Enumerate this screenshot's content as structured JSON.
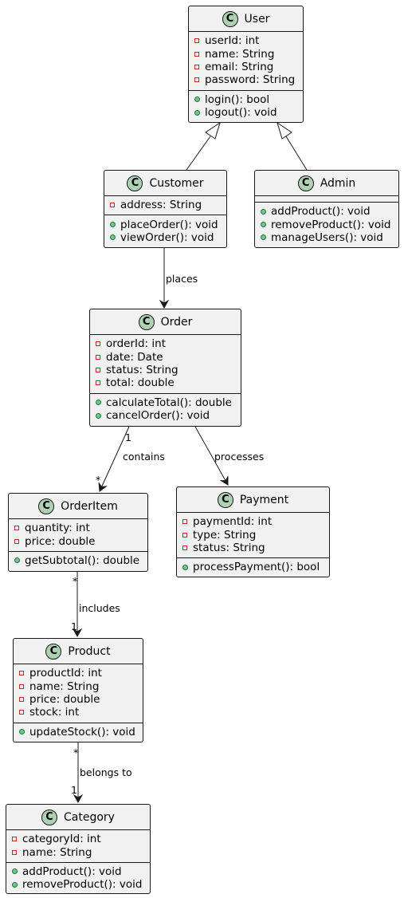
{
  "classes": {
    "user": {
      "name": "User",
      "icon": "C",
      "attributes": [
        {
          "vis": "private",
          "text": "userId: int"
        },
        {
          "vis": "private",
          "text": "name: String"
        },
        {
          "vis": "private",
          "text": "email: String"
        },
        {
          "vis": "private",
          "text": "password: String"
        }
      ],
      "methods": [
        {
          "vis": "public",
          "text": "login(): bool"
        },
        {
          "vis": "public",
          "text": "logout(): void"
        }
      ]
    },
    "customer": {
      "name": "Customer",
      "icon": "C",
      "attributes": [
        {
          "vis": "private",
          "text": "address: String"
        }
      ],
      "methods": [
        {
          "vis": "public",
          "text": "placeOrder(): void"
        },
        {
          "vis": "public",
          "text": "viewOrder(): void"
        }
      ]
    },
    "admin": {
      "name": "Admin",
      "icon": "C",
      "attributes": [],
      "methods": [
        {
          "vis": "public",
          "text": "addProduct(): void"
        },
        {
          "vis": "public",
          "text": "removeProduct(): void"
        },
        {
          "vis": "public",
          "text": "manageUsers(): void"
        }
      ]
    },
    "order": {
      "name": "Order",
      "icon": "C",
      "attributes": [
        {
          "vis": "private",
          "text": "orderId: int"
        },
        {
          "vis": "private",
          "text": "date: Date"
        },
        {
          "vis": "private",
          "text": "status: String"
        },
        {
          "vis": "private",
          "text": "total: double"
        }
      ],
      "methods": [
        {
          "vis": "public",
          "text": "calculateTotal(): double"
        },
        {
          "vis": "public",
          "text": "cancelOrder(): void"
        }
      ]
    },
    "orderitem": {
      "name": "OrderItem",
      "icon": "C",
      "attributes": [
        {
          "vis": "private",
          "text": "quantity: int"
        },
        {
          "vis": "private",
          "text": "price: double"
        }
      ],
      "methods": [
        {
          "vis": "public",
          "text": "getSubtotal(): double"
        }
      ]
    },
    "payment": {
      "name": "Payment",
      "icon": "C",
      "attributes": [
        {
          "vis": "private",
          "text": "paymentId: int"
        },
        {
          "vis": "private",
          "text": "type: String"
        },
        {
          "vis": "private",
          "text": "status: String"
        }
      ],
      "methods": [
        {
          "vis": "public",
          "text": "processPayment(): bool"
        }
      ]
    },
    "product": {
      "name": "Product",
      "icon": "C",
      "attributes": [
        {
          "vis": "private",
          "text": "productId: int"
        },
        {
          "vis": "private",
          "text": "name: String"
        },
        {
          "vis": "private",
          "text": "price: double"
        },
        {
          "vis": "private",
          "text": "stock: int"
        }
      ],
      "methods": [
        {
          "vis": "public",
          "text": "updateStock(): void"
        }
      ]
    },
    "category": {
      "name": "Category",
      "icon": "C",
      "attributes": [
        {
          "vis": "private",
          "text": "categoryId: int"
        },
        {
          "vis": "private",
          "text": "name: String"
        }
      ],
      "methods": [
        {
          "vis": "public",
          "text": "addProduct(): void"
        },
        {
          "vis": "public",
          "text": "removeProduct(): void"
        }
      ]
    }
  },
  "relations": {
    "customer_user": {
      "type": "inheritance",
      "from": "Customer",
      "to": "User"
    },
    "admin_user": {
      "type": "inheritance",
      "from": "Admin",
      "to": "User"
    },
    "places": {
      "type": "association",
      "from": "Customer",
      "to": "Order",
      "label": "places"
    },
    "contains": {
      "type": "association",
      "from": "Order",
      "to": "OrderItem",
      "label": "contains",
      "from_mult": "1",
      "to_mult": "*"
    },
    "processes": {
      "type": "association",
      "from": "Order",
      "to": "Payment",
      "label": "processes"
    },
    "includes": {
      "type": "association",
      "from": "OrderItem",
      "to": "Product",
      "label": "includes",
      "from_mult": "*",
      "to_mult": "1"
    },
    "belongs": {
      "type": "association",
      "from": "Product",
      "to": "Category",
      "label": "belongs to",
      "from_mult": "*",
      "to_mult": "1"
    }
  },
  "colors": {
    "class_fill": "#f1f1f1",
    "border": "#181818",
    "class_icon": "#add1b2",
    "private_marker": "#c82930",
    "public_marker": "#84be84"
  }
}
